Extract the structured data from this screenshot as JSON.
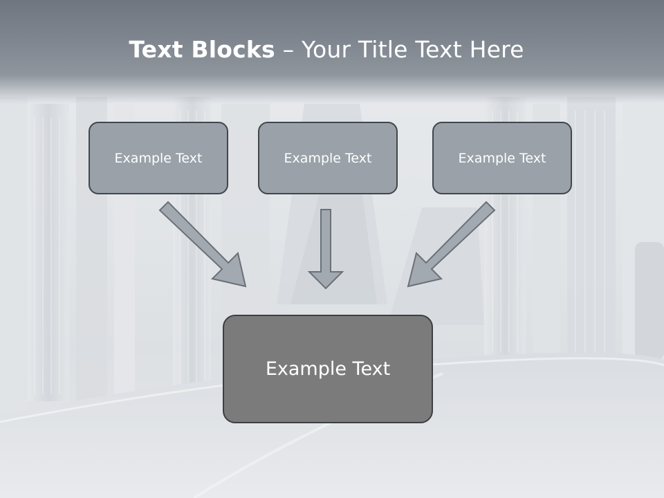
{
  "slide": {
    "title_bold": "Text Blocks",
    "title_rest": " – Your Title Text Here",
    "boxes": [
      {
        "text": "Example Text"
      },
      {
        "text": "Example Text"
      },
      {
        "text": "Example Text"
      }
    ],
    "center_box": {
      "text": "Example Text"
    }
  },
  "colors": {
    "title_band": "#7d848d",
    "small_box_fill": "#9aa1a9",
    "center_box_fill": "#7b7b7b",
    "box_border": "#3f464d",
    "arrow_fill": "#a3a9b0",
    "arrow_stroke": "#6a7078",
    "text": "#ffffff"
  },
  "icons": {
    "arrow_left": "arrow-down-right-icon",
    "arrow_middle": "arrow-down-icon",
    "arrow_right": "arrow-down-left-icon"
  }
}
